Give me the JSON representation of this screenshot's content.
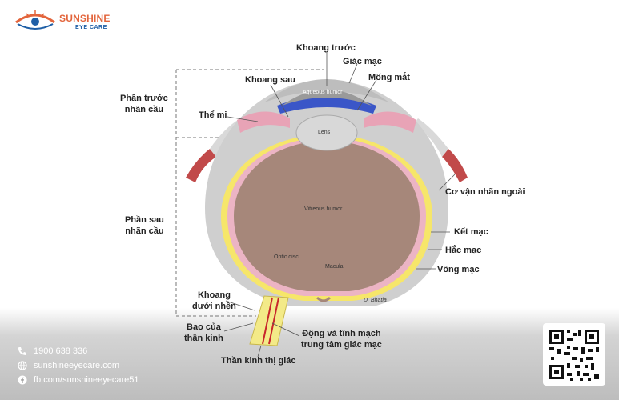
{
  "brand": {
    "name": "SUNSHINE",
    "tagline": "EYE CARE",
    "colors": {
      "orange": "#e3653c",
      "blue": "#1f5fa6"
    }
  },
  "labels": {
    "khoang_truoc": "Khoang trước",
    "giac_mac": "Giác mạc",
    "khoang_sau": "Khoang sau",
    "mong_mat": "Mống mắt",
    "the_mi": "Thể mi",
    "phan_truoc_1": "Phần trước",
    "phan_truoc_2": "nhãn cầu",
    "phan_sau_1": "Phần sau",
    "phan_sau_2": "nhãn cầu",
    "co_van": "Cơ vận nhãn ngoài",
    "ket_mac": "Kết mạc",
    "hac_mac": "Hắc mạc",
    "vong_mac": "Võng mạc",
    "khoang_duoi_1": "Khoang",
    "khoang_duoi_2": "dưới nhện",
    "bao_cua_1": "Bao của",
    "bao_cua_2": "thần kinh",
    "dong_tinh_1": "Động và tĩnh mạch",
    "dong_tinh_2": "trung tâm giác mạc",
    "than_kinh": "Thần kinh thị giác"
  },
  "inner_labels": {
    "aqueous": "Aqueous humor",
    "lens": "Lens",
    "vitreous": "Vitreous humor",
    "optic_disc": "Optic disc",
    "macula": "Macula",
    "signature": "D. Bhatia"
  },
  "contact": {
    "phone": "1900 638 336",
    "website": "sunshineeyecare.com",
    "facebook": "fb.com/sunshineeyecare51"
  },
  "icons": [
    "phone-icon",
    "globe-icon",
    "facebook-icon",
    "logo-eye-icon",
    "qr-code"
  ]
}
